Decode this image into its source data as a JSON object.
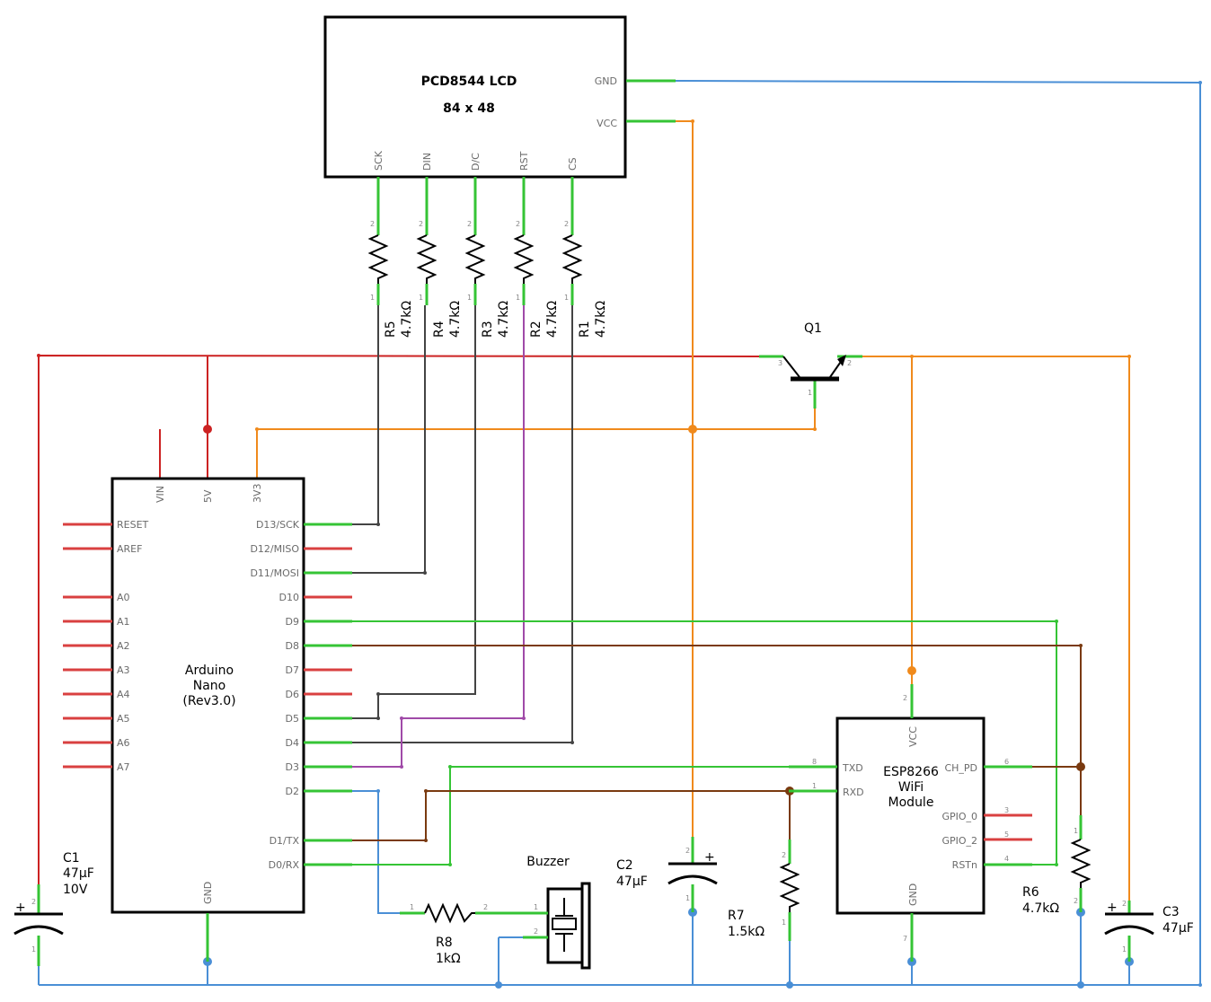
{
  "lcd": {
    "title": "PCD8544 LCD",
    "size": "84 x 48",
    "pins_bottom": [
      "SCK",
      "DIN",
      "D/C",
      "RST",
      "CS"
    ],
    "pin_gnd": "GND",
    "pin_vcc": "VCC"
  },
  "nano": {
    "name_line1": "Arduino",
    "name_line2": "Nano",
    "name_line3": "(Rev3.0)",
    "top_pins": [
      "VIN",
      "5V",
      "3V3"
    ],
    "left_pins": [
      "RESET",
      "AREF",
      "A0",
      "A1",
      "A2",
      "A3",
      "A4",
      "A5",
      "A6",
      "A7"
    ],
    "right_pins": [
      "D13/SCK",
      "D12/MISO",
      "D11/MOSI",
      "D10",
      "D9",
      "D8",
      "D7",
      "D6",
      "D5",
      "D4",
      "D3",
      "D2",
      "D1/TX",
      "D0/RX"
    ],
    "bottom_pin": "GND"
  },
  "esp": {
    "name_line1": "ESP8266",
    "name_line2": "WiFi",
    "name_line3": "Module",
    "pin_vcc": "VCC",
    "pin_gnd": "GND",
    "pin_txd": "TXD",
    "pin_rxd": "RXD",
    "pin_ch_pd": "CH_PD",
    "pin_gpio0": "GPIO_0",
    "pin_gpio2": "GPIO_2",
    "pin_rstn": "RSTn",
    "pin_numbers": [
      "2",
      "7",
      "8",
      "1",
      "6",
      "3",
      "5",
      "4"
    ]
  },
  "resistors_top": [
    {
      "ref": "R5",
      "value": "4.7kΩ"
    },
    {
      "ref": "R4",
      "value": "4.7kΩ"
    },
    {
      "ref": "R3",
      "value": "4.7kΩ"
    },
    {
      "ref": "R2",
      "value": "4.7kΩ"
    },
    {
      "ref": "R1",
      "value": "4.7kΩ"
    }
  ],
  "q1": {
    "ref": "Q1"
  },
  "buzzer": {
    "label": "Buzzer"
  },
  "r8": {
    "ref": "R8",
    "value": "1kΩ"
  },
  "r7": {
    "ref": "R7",
    "value": "1.5kΩ"
  },
  "r6": {
    "ref": "R6",
    "value": "4.7kΩ"
  },
  "c1": {
    "ref": "C1",
    "value": "47µF",
    "voltage": "10V"
  },
  "c2": {
    "ref": "C2",
    "value": "47µF"
  },
  "c3": {
    "ref": "C3",
    "value": "47µF"
  },
  "pin_numbers": {
    "one": "1",
    "two": "2",
    "three": "3"
  },
  "polarity": {
    "plus": "+"
  },
  "colors": {
    "red": "#cc2222",
    "orange": "#f08a1c",
    "blue": "#4a8fd6",
    "brown": "#7a3a10",
    "green": "#35c435",
    "purple": "#a04aa8",
    "dark": "#444444",
    "pinred": "#d94040"
  }
}
